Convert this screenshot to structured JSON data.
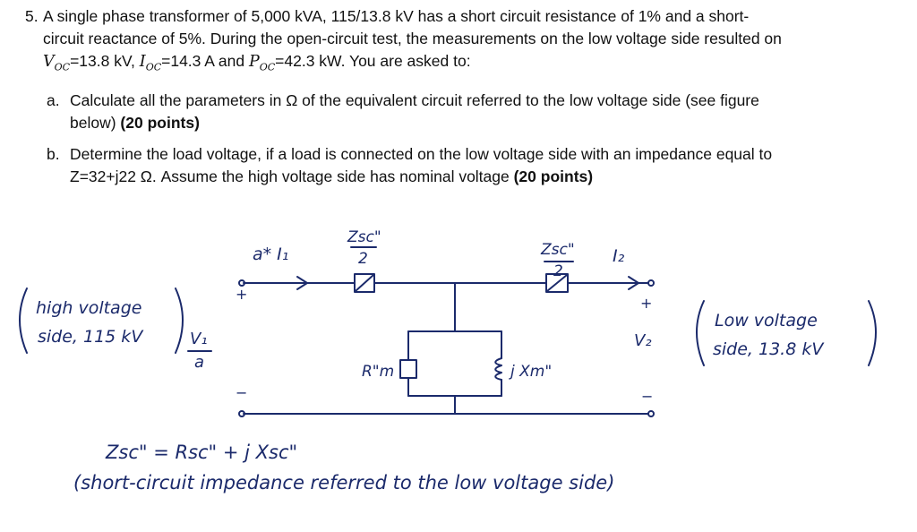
{
  "problem": {
    "number": "5.",
    "line1": "A single phase transformer of 5,000 kVA, 115/13.8 kV has a short circuit resistance of 1% and a short-",
    "line2": "circuit reactance of 5%. During the open-circuit test, the measurements on the low voltage side resulted on",
    "voc": "V",
    "voc_sub": "OC",
    "voc_val": "=13.8 kV, ",
    "ioc": "I",
    "ioc_sub": "OC",
    "ioc_val": "=14.3 A and ",
    "poc": "P",
    "poc_sub": "OC",
    "poc_val": "=42.3 kW. You are asked to:"
  },
  "part_a": {
    "label": "a.",
    "line1": "Calculate all the parameters in Ω of the equivalent circuit referred to the low voltage side (see figure",
    "line2_text": "below) ",
    "points": "(20 points)"
  },
  "part_b": {
    "label": "b.",
    "line1": "Determine the load voltage, if a load is connected on the low voltage side with an impedance equal to",
    "line2_text": "Z=32+j22 Ω. Assume the high voltage side has nominal voltage ",
    "points": "(20 points)"
  },
  "figure": {
    "hv_line1": "high voltage",
    "hv_line2": "side, 115 kV",
    "lv_line1": "Low voltage",
    "lv_line2": "side, 13.8 kV",
    "v1_num": "V₁",
    "v1_den": "a",
    "v2": "V₂",
    "current_left": "a* I₁",
    "current_right": "I₂",
    "zsc_left_num": "Zsc\"",
    "zsc_left_den": "2",
    "zsc_right_num": "Zsc\"",
    "zsc_right_den": "2",
    "rm": "R\"m",
    "xm": "j Xm\"",
    "plus": "+",
    "minus": "−",
    "eq_line": "Zsc\" = Rsc\" + j Xsc\"",
    "eq_note": "(short-circuit impedance referred to the low voltage side)"
  }
}
